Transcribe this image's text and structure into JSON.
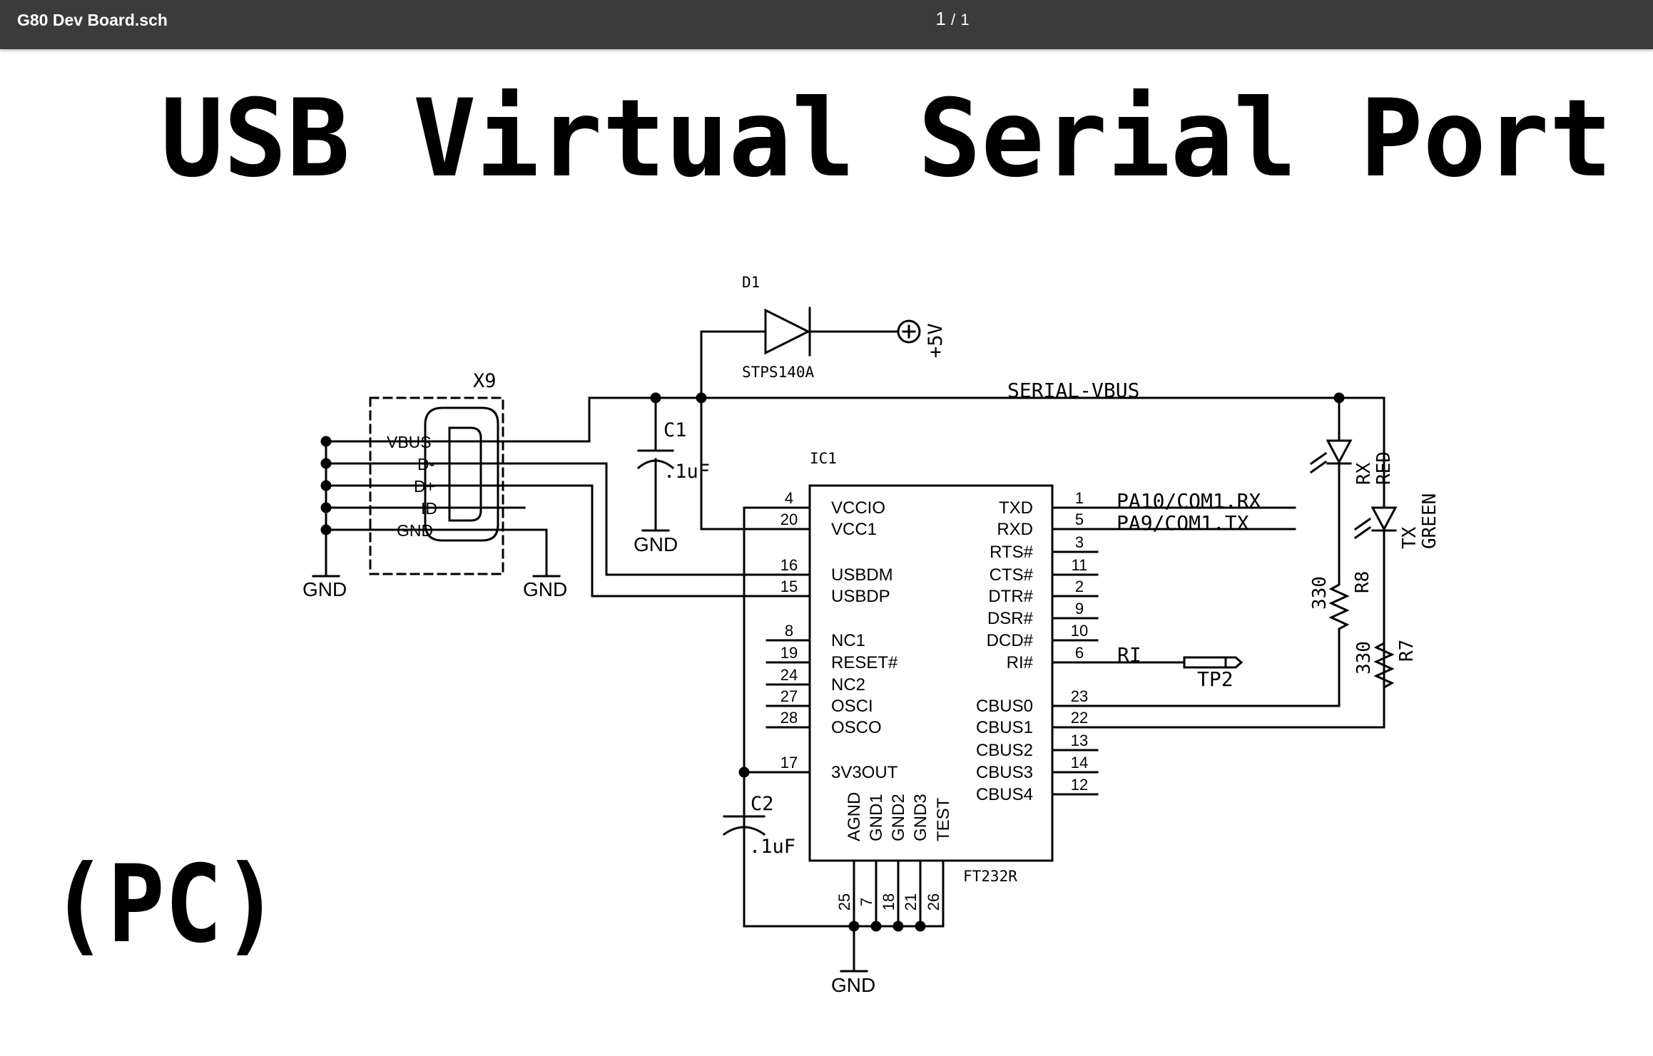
{
  "viewer": {
    "doc_title": "G80 Dev Board.sch",
    "current_page": "1",
    "page_separator": "/",
    "total_pages": "1"
  },
  "schematic": {
    "title": "USB Virtual Serial Port",
    "subtitle": "(PC)",
    "d1": {
      "ref": "D1",
      "value": "STPS140A"
    },
    "power": "+5V",
    "net_vbus": "SERIAL-VBUS",
    "x9": {
      "ref": "X9",
      "pins": [
        "VBUS",
        "D-",
        "D+",
        "ID",
        "GND"
      ]
    },
    "c1": {
      "ref": "C1",
      "value": ".1uF"
    },
    "c2": {
      "ref": "C2",
      "value": ".1uF"
    },
    "gnd": "GND",
    "ic1": {
      "ref": "IC1",
      "part": "FT232R",
      "left_pins": [
        {
          "num": "4",
          "name": "VCCIO"
        },
        {
          "num": "20",
          "name": "VCC1"
        },
        {
          "num": "16",
          "name": "USBDM"
        },
        {
          "num": "15",
          "name": "USBDP"
        },
        {
          "num": "8",
          "name": "NC1"
        },
        {
          "num": "19",
          "name": "RESET#"
        },
        {
          "num": "24",
          "name": "NC2"
        },
        {
          "num": "27",
          "name": "OSCI"
        },
        {
          "num": "28",
          "name": "OSCO"
        },
        {
          "num": "17",
          "name": "3V3OUT"
        }
      ],
      "right_pins": [
        {
          "num": "1",
          "name": "TXD"
        },
        {
          "num": "5",
          "name": "RXD"
        },
        {
          "num": "3",
          "name": "RTS#"
        },
        {
          "num": "11",
          "name": "CTS#"
        },
        {
          "num": "2",
          "name": "DTR#"
        },
        {
          "num": "9",
          "name": "DSR#"
        },
        {
          "num": "10",
          "name": "DCD#"
        },
        {
          "num": "6",
          "name": "RI#"
        },
        {
          "num": "23",
          "name": "CBUS0"
        },
        {
          "num": "22",
          "name": "CBUS1"
        },
        {
          "num": "13",
          "name": "CBUS2"
        },
        {
          "num": "14",
          "name": "CBUS3"
        },
        {
          "num": "12",
          "name": "CBUS4"
        }
      ],
      "bottom_pins": [
        {
          "num": "25",
          "name": "AGND"
        },
        {
          "num": "7",
          "name": "GND1"
        },
        {
          "num": "18",
          "name": "GND2"
        },
        {
          "num": "21",
          "name": "GND3"
        },
        {
          "num": "26",
          "name": "TEST"
        }
      ]
    },
    "net_tx_out": "PA10/COM1.RX",
    "net_rx_in": "PA9/COM1.TX",
    "net_ri": "RI",
    "tp2": "TP2",
    "led_rx": {
      "name": "RX",
      "color": "RED"
    },
    "led_tx": {
      "name": "TX",
      "color": "GREEN"
    },
    "r8": {
      "ref": "R8",
      "value": "330"
    },
    "r7": {
      "ref": "R7",
      "value": "330"
    }
  }
}
